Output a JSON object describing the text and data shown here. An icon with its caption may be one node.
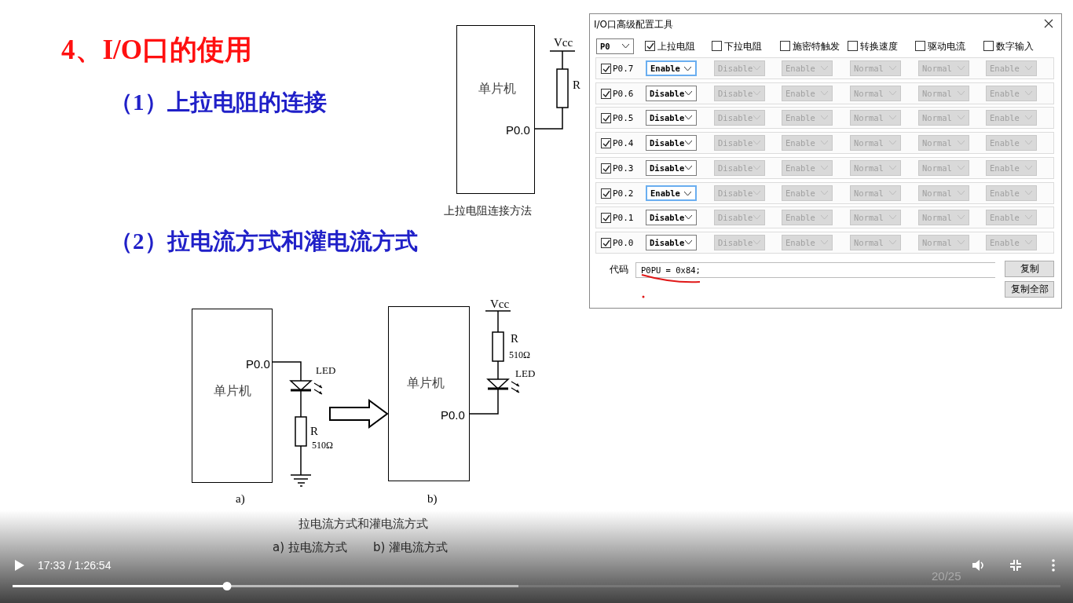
{
  "diagram": {
    "title": "4、I/O口的使用",
    "nodes": [
      {
        "text": [
          "单片机",
          "P0.0"
        ]
      },
      {
        "text": [
          "P0.0",
          "单片机"
        ]
      },
      {
        "text": [
          "单片机",
          "P0.0"
        ]
      },
      {
        "text": [
          "I/O口高级配置工具"
        ]
      }
    ],
    "edges": [
      {
        "from": null,
        "to": 2,
        "arrow": "to",
        "style": "thick"
      }
    ],
    "labels": [
      "（1）上拉电阻的连接",
      "Vcc",
      "R",
      "上拉电阻连接方法",
      "（2）拉电流方式和灌电流方式",
      "LED",
      "R",
      "510Ω",
      "a)",
      "Vcc",
      "R",
      "510Ω",
      "LED",
      "b)",
      "拉电流方式和灌电流方式",
      "a) 拉电流方式",
      "b) 灌电流方式",
      "P0",
      "上拉电阻",
      "下拉电阻",
      "施密特触发",
      "转换速度",
      "驱动电流",
      "数字输入",
      "P0.7",
      "Enable",
      "Disable",
      "Enable",
      "Normal",
      "Normal",
      "Enable",
      "P0.6",
      "Disable",
      "Disable",
      "Enable",
      "Normal",
      "Normal",
      "Enable",
      "P0.5",
      "Disable",
      "Disable",
      "Enable",
      "Normal",
      "Normal",
      "Enable",
      "P0.4",
      "Disable",
      "Disable",
      "Enable",
      "Normal",
      "Normal",
      "Enable",
      "P0.3",
      "Disable",
      "Disable",
      "Enable",
      "Normal",
      "Normal",
      "Enable",
      "P0.2",
      "Enable",
      "Disable",
      "Enable",
      "Normal",
      "Normal",
      "Enable",
      "P0.1",
      "Disable",
      "Disable",
      "Enable",
      "Normal",
      "Normal",
      "Enable",
      "P0.0",
      "Disable",
      "Disable",
      "Enable",
      "Normal",
      "Normal",
      "Enable",
      "代码",
      "P0PU = 0x84;",
      "复制",
      "复制全部",
      "17:33 / 1:26:54",
      "20/25"
    ]
  }
}
